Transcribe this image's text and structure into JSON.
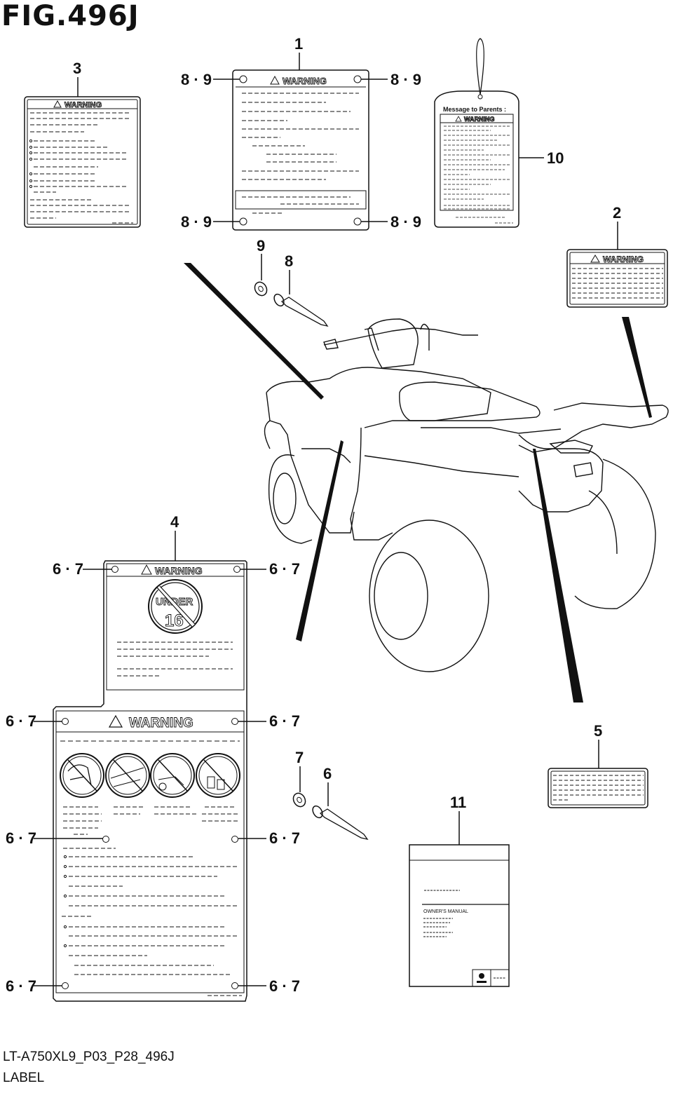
{
  "header": {
    "title": "FIG.496J"
  },
  "footer": {
    "code": "LT-A750XL9_P03_P28_496J",
    "label": "LABEL"
  },
  "labels": {
    "warning": "WARNING",
    "under": "UNDER",
    "age": "16",
    "message_to_parents": "Message to Parents :",
    "owners_manual": "OWNER'S MANUAL"
  },
  "callouts": {
    "c1": "1",
    "c2": "2",
    "c3": "3",
    "c4": "4",
    "c5": "5",
    "c6": "6",
    "c7": "7",
    "c8": "8",
    "c9": "9",
    "c10": "10",
    "c11": "11",
    "c89": "8 · 9",
    "c67": "6 · 7"
  },
  "colors": {
    "ink": "#111111",
    "paper": "#ffffff"
  }
}
